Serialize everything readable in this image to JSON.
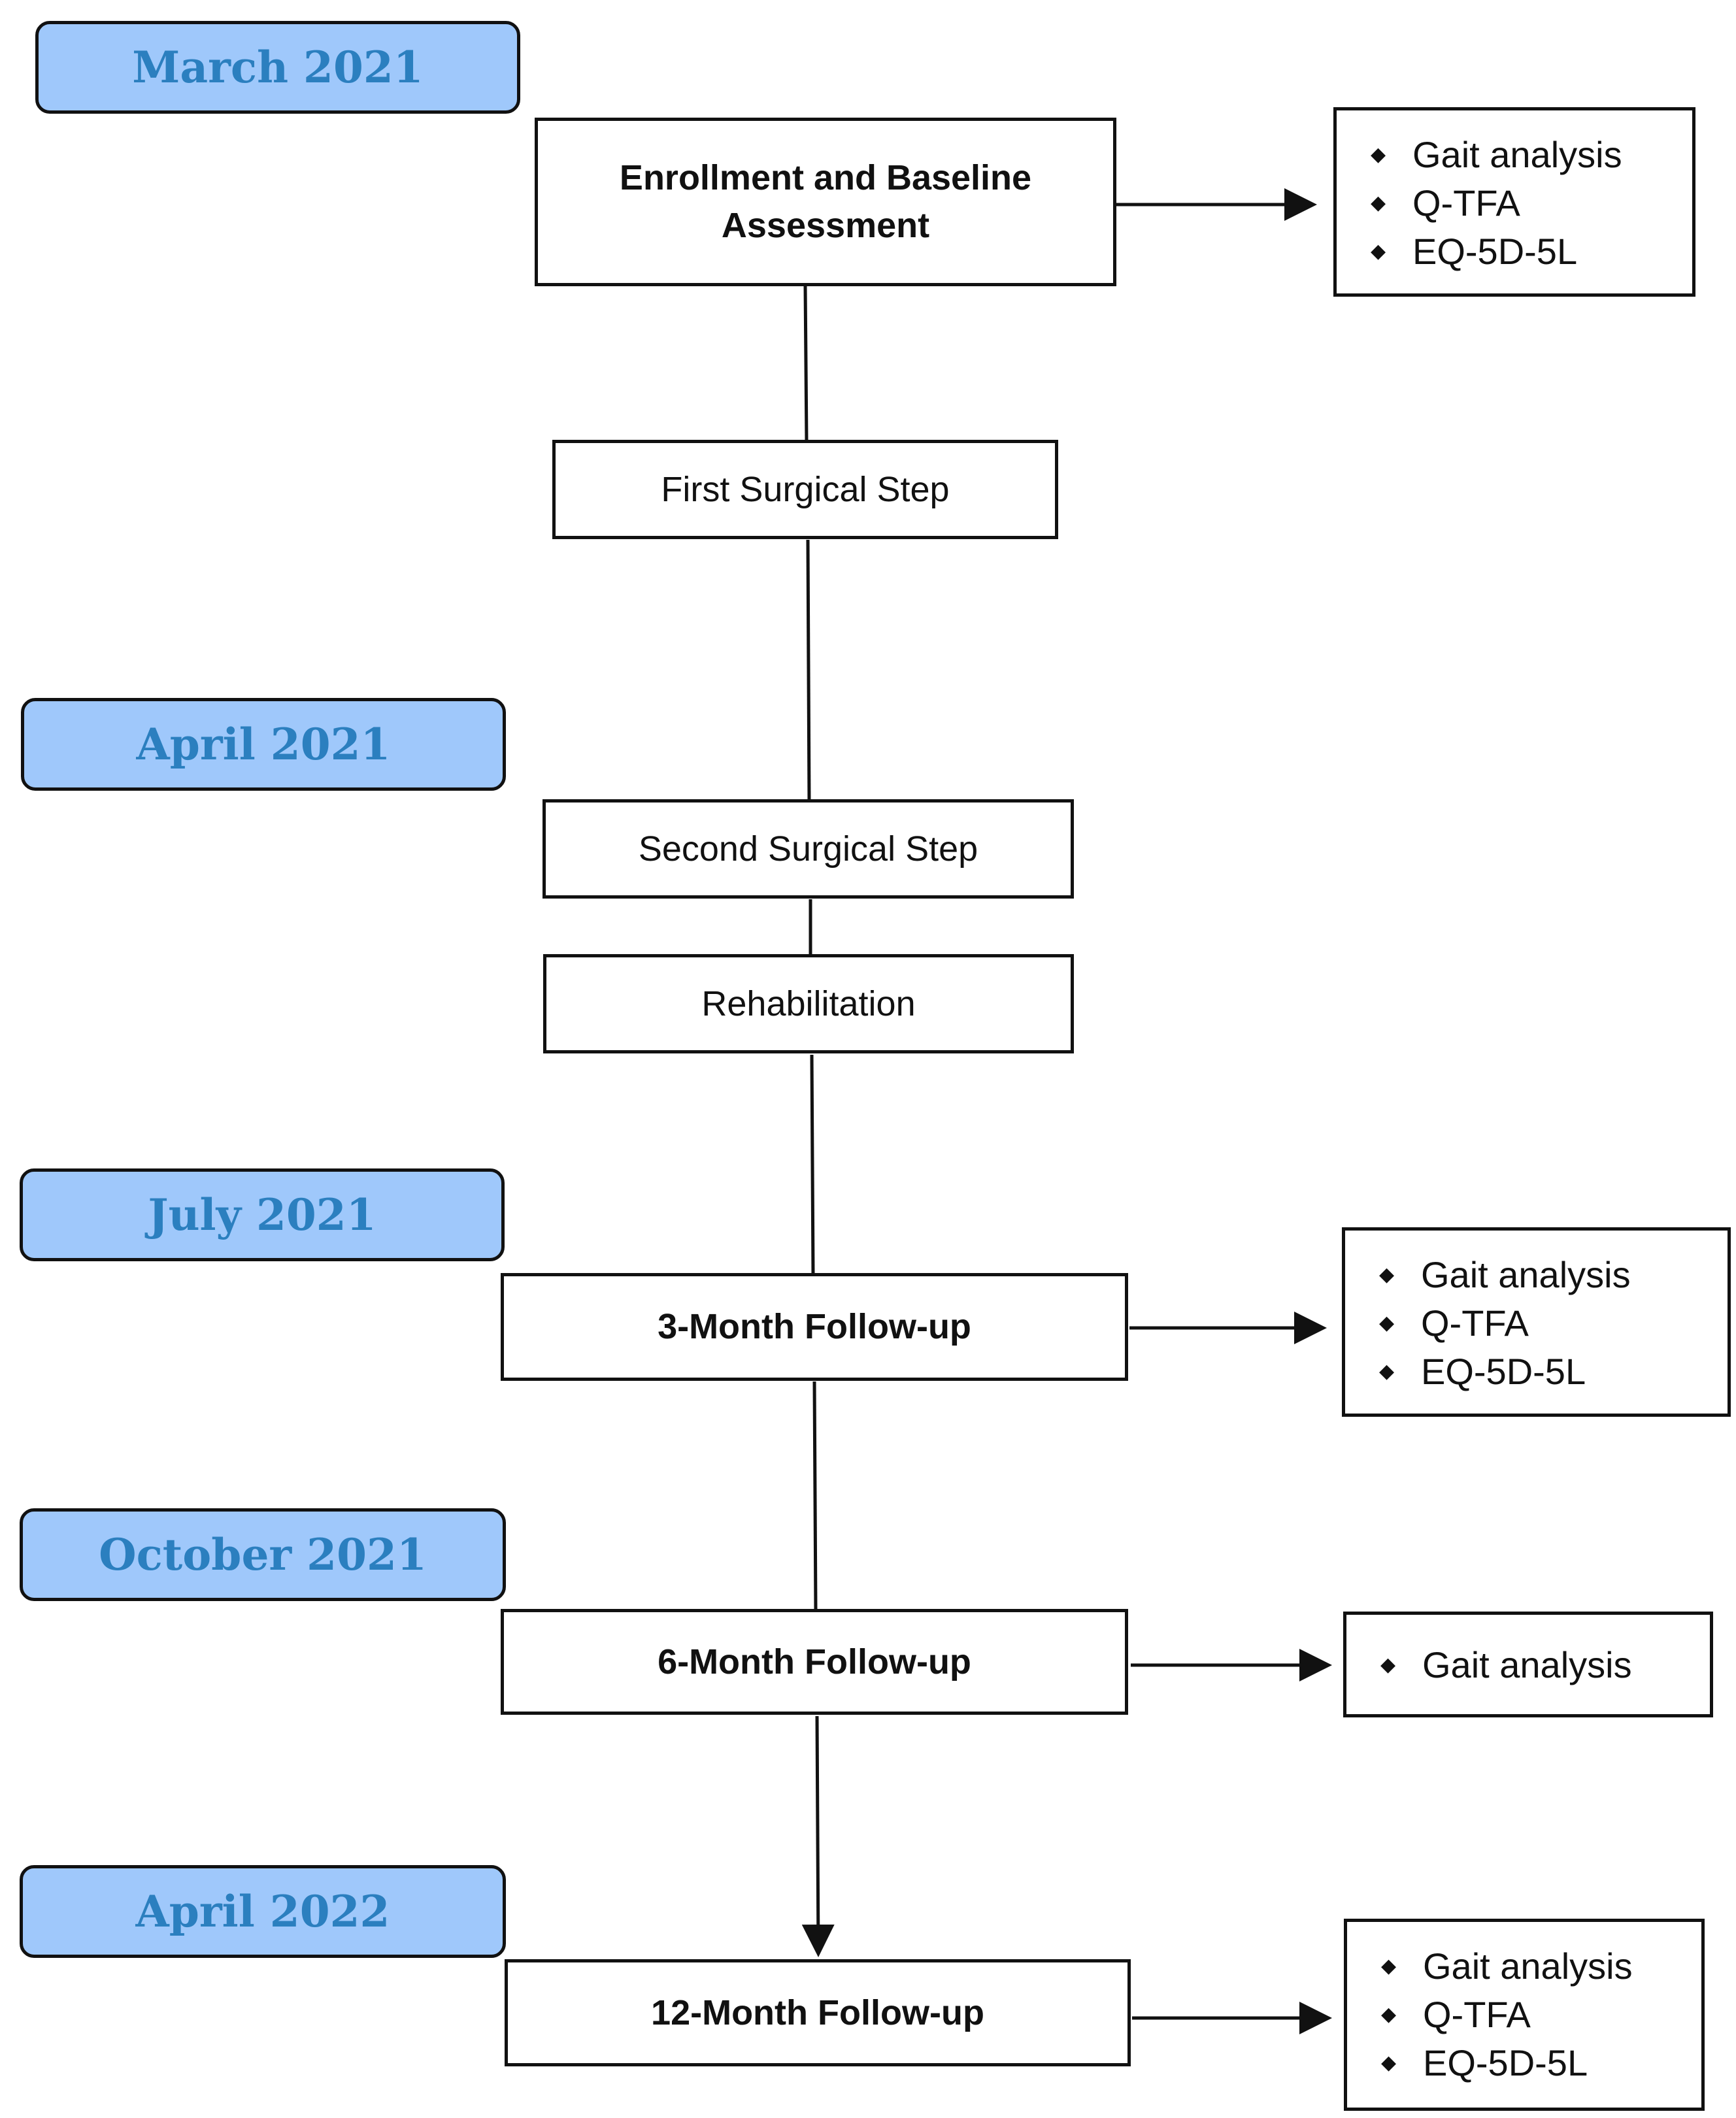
{
  "dates": [
    "March 2021",
    "April 2021",
    "July 2021",
    "October 2021",
    "April 2022"
  ],
  "steps": {
    "enrollment": "Enrollment and Baseline Assessment",
    "first_surgical": "First Surgical Step",
    "second_surgical": "Second Surgical Step",
    "rehabilitation": "Rehabilitation",
    "followup_3": "3-Month Follow-up",
    "followup_6": "6-Month Follow-up",
    "followup_12": "12-Month Follow-up"
  },
  "measures": {
    "baseline": [
      "Gait analysis",
      "Q-TFA",
      "EQ-5D-5L"
    ],
    "month_3": [
      "Gait analysis",
      "Q-TFA",
      "EQ-5D-5L"
    ],
    "month_6": [
      "Gait analysis"
    ],
    "month_12": [
      "Gait analysis",
      "Q-TFA",
      "EQ-5D-5L"
    ]
  },
  "bullet_glyph": "◆",
  "colors": {
    "date_fill": "#9fc8fb",
    "date_text": "#2b7fbf",
    "line": "#111111"
  }
}
